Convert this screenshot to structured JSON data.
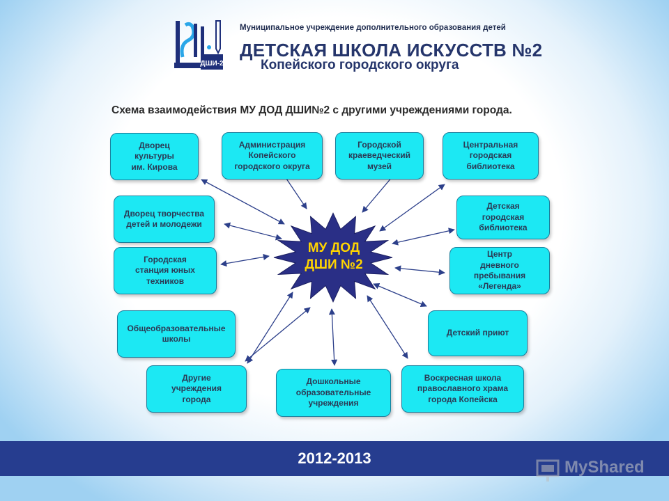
{
  "header": {
    "org_line": "Муниципальное учреждение дополнительного образования детей",
    "school_name": "ДЕТСКАЯ ШКОЛА ИСКУССТВ №2",
    "school_sub": "Копейского городского округа",
    "logo_text": "ДШИ-2"
  },
  "scheme": {
    "title": "Схема взаимодействия  МУ ДОД ДШИ№2 с другими учреждениями города.",
    "center": {
      "line1": "МУ ДОД",
      "line2": "ДШИ №2"
    },
    "nodes": [
      {
        "id": "dvorets-kultury",
        "label": "Дворец\nкультуры\nим. Кирова"
      },
      {
        "id": "administratsiya",
        "label": "Администрация\nКопейского\nгородского округа"
      },
      {
        "id": "muzei",
        "label": "Городской\nкраеведческий\nмузей"
      },
      {
        "id": "biblioteka-tsentr",
        "label": "Центральная\nгородская\nбиблиотека"
      },
      {
        "id": "dvorets-tvorchestva",
        "label": "Дворец творчества\nдетей и молодежи"
      },
      {
        "id": "biblioteka-detskaya",
        "label": "Детская\nгородская\nбиблиотека"
      },
      {
        "id": "stantsiya-tekhnikov",
        "label": "Городская\nстанция юных\nтехников"
      },
      {
        "id": "tsentr-legenda",
        "label": "Центр\nдневного\nпребывания\n«Легенда»"
      },
      {
        "id": "shkoly",
        "label": "Общеобразовательные\nшколы"
      },
      {
        "id": "priyut",
        "label": "Детский приют"
      },
      {
        "id": "drugie",
        "label": "Другие\nучреждения\nгорода"
      },
      {
        "id": "doshkolnye",
        "label": "Дошкольные\nобразовательные\nучреждения"
      },
      {
        "id": "voskresnaya-shkola",
        "label": "Воскресная школа\nправославного храма\nгорода Копейска"
      }
    ]
  },
  "footer": {
    "year": "2012-2013"
  },
  "watermark": {
    "text": "MyShared"
  },
  "colors": {
    "box_fill": "#1ce8f3",
    "box_border": "#1a7f9c",
    "star_fill": "#2a2f86",
    "center_text": "#ffd400",
    "footer_bar": "#263d8f"
  }
}
